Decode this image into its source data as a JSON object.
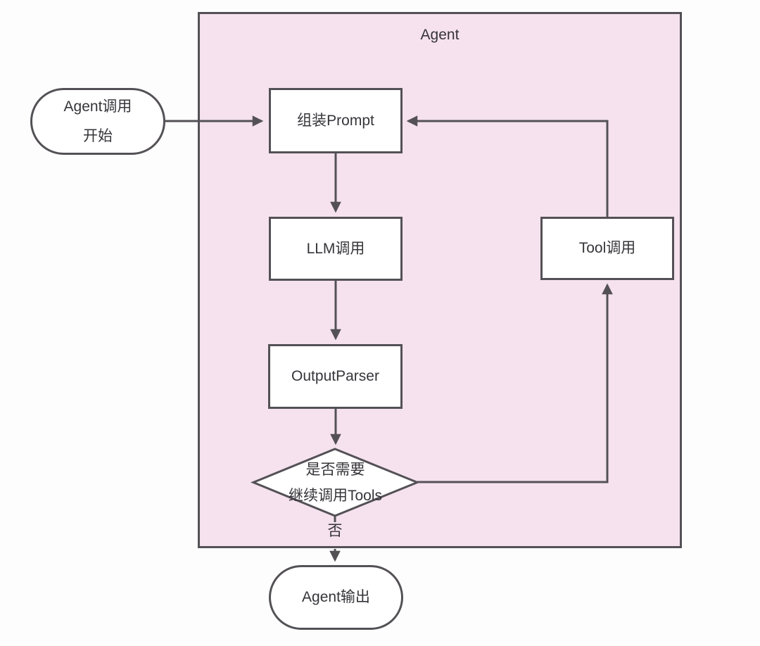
{
  "colors": {
    "page_background": "#fdfdfd",
    "container_fill": "#f5e2ee",
    "container_border": "#545156",
    "node_fill": "#ffffff",
    "node_border": "#545156",
    "connector": "#545156",
    "text": "#363439"
  },
  "container": {
    "title": "Agent"
  },
  "nodes": {
    "start": {
      "line1": "Agent调用",
      "line2": "开始"
    },
    "assemble_prompt": {
      "label": "组装Prompt"
    },
    "llm_call": {
      "label": "LLM调用"
    },
    "output_parser": {
      "label": "OutputParser"
    },
    "decision": {
      "line1": "是否需要",
      "line2": "继续调用Tools"
    },
    "tool_call": {
      "label": "Tool调用"
    },
    "agent_output": {
      "label": "Agent输出"
    }
  },
  "edge_labels": {
    "decision_no": "否"
  }
}
